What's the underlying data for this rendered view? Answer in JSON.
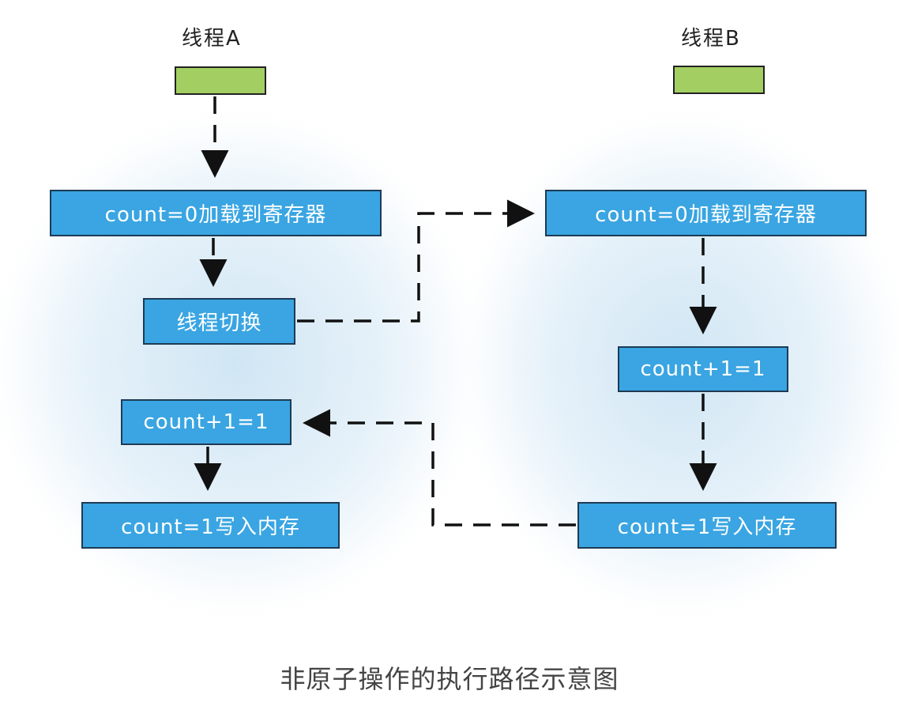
{
  "thread_a": {
    "title": "线程A",
    "load_step": "count=0加载到寄存器",
    "switch_step": "线程切换",
    "increment_step": "count+1=1",
    "write_step": "count=1写入内存"
  },
  "thread_b": {
    "title": "线程B",
    "load_step": "count=0加载到寄存器",
    "increment_step": "count+1=1",
    "write_step": "count=1写入内存"
  },
  "caption": "非原子操作的执行路径示意图",
  "colors": {
    "thread_head": "#a3cf62",
    "step_box": "#3aa5e2",
    "step_text": "#ffffff",
    "arrow": "#111111"
  }
}
